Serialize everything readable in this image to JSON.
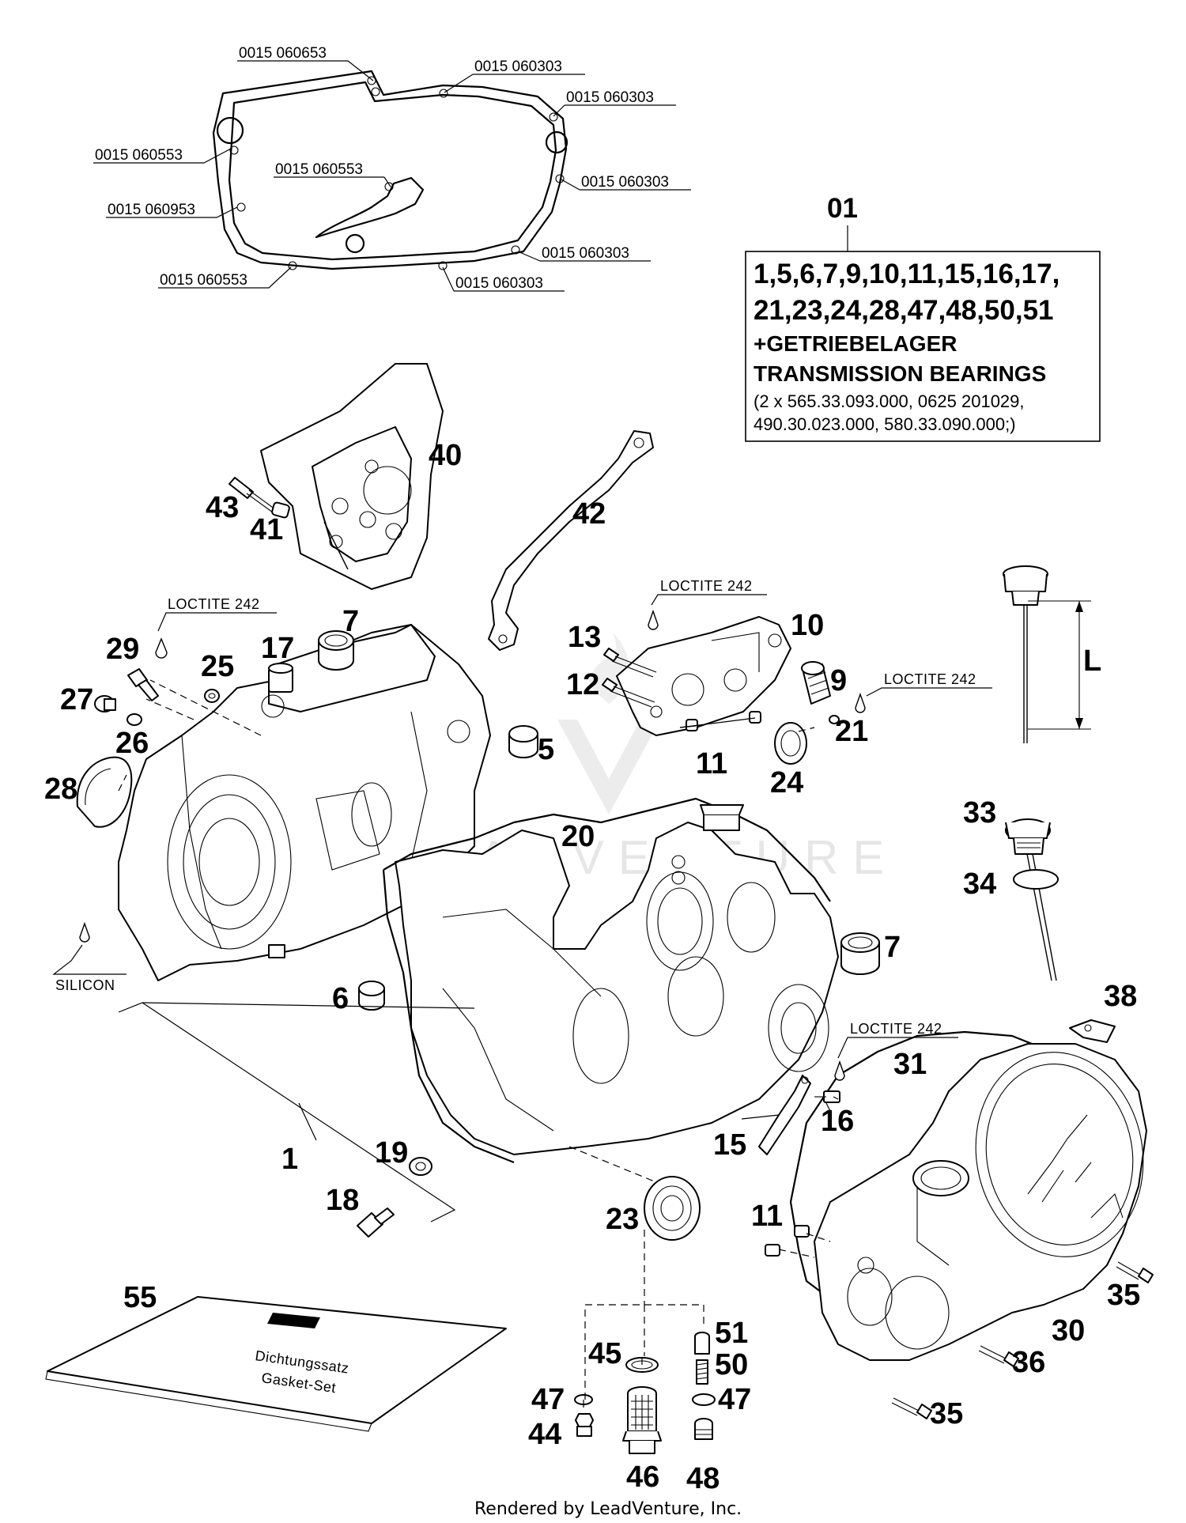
{
  "gasket_part_numbers": [
    "0015 060653",
    "0015 060303",
    "0015 060303",
    "0015 060553",
    "0015 060553",
    "0015 060303",
    "0015 060953",
    "0015 060553",
    "0015 060303",
    "0015 060303"
  ],
  "info_box": {
    "number": "01",
    "line1": "1,5,6,7,9,10,11,15,16,17,",
    "line2": "21,23,24,28,47,48,50,51",
    "line3": "+GETRIEBELAGER",
    "line4": "TRANSMISSION BEARINGS",
    "line5": "(2 x 565.33.093.000, 0625 201029,",
    "line6": "490.30.023.000, 580.33.090.000;)"
  },
  "notes": {
    "loctite_left": "LOCTITE 242",
    "loctite_mid": "LOCTITE 242",
    "loctite_right": "LOCTITE 242",
    "loctite_lower": "LOCTITE 242",
    "silicon": "SILICON",
    "dipstick_dim": "L"
  },
  "callouts": {
    "c1": "1",
    "c5": "5",
    "c6": "6",
    "c7a": "7",
    "c7b": "7",
    "c9": "9",
    "c10": "10",
    "c11a": "11",
    "c11b": "11",
    "c12": "12",
    "c13": "13",
    "c15": "15",
    "c16": "16",
    "c17": "17",
    "c18": "18",
    "c19": "19",
    "c20": "20",
    "c21": "21",
    "c23": "23",
    "c24": "24",
    "c25": "25",
    "c26": "26",
    "c27": "27",
    "c28": "28",
    "c29": "29",
    "c30": "30",
    "c31": "31",
    "c33": "33",
    "c34": "34",
    "c35a": "35",
    "c35b": "35",
    "c36": "36",
    "c38": "38",
    "c40": "40",
    "c41": "41",
    "c42": "42",
    "c43": "43",
    "c44": "44",
    "c45": "45",
    "c46": "46",
    "c47a": "47",
    "c47b": "47",
    "c48": "48",
    "c50": "50",
    "c51": "51",
    "c55": "55"
  },
  "gasket_set_label_1": "Dichtungssatz",
  "gasket_set_label_2": "Gasket-Set",
  "watermark": "LEADVENTURE",
  "footer": "Rendered by LeadVenture, Inc."
}
